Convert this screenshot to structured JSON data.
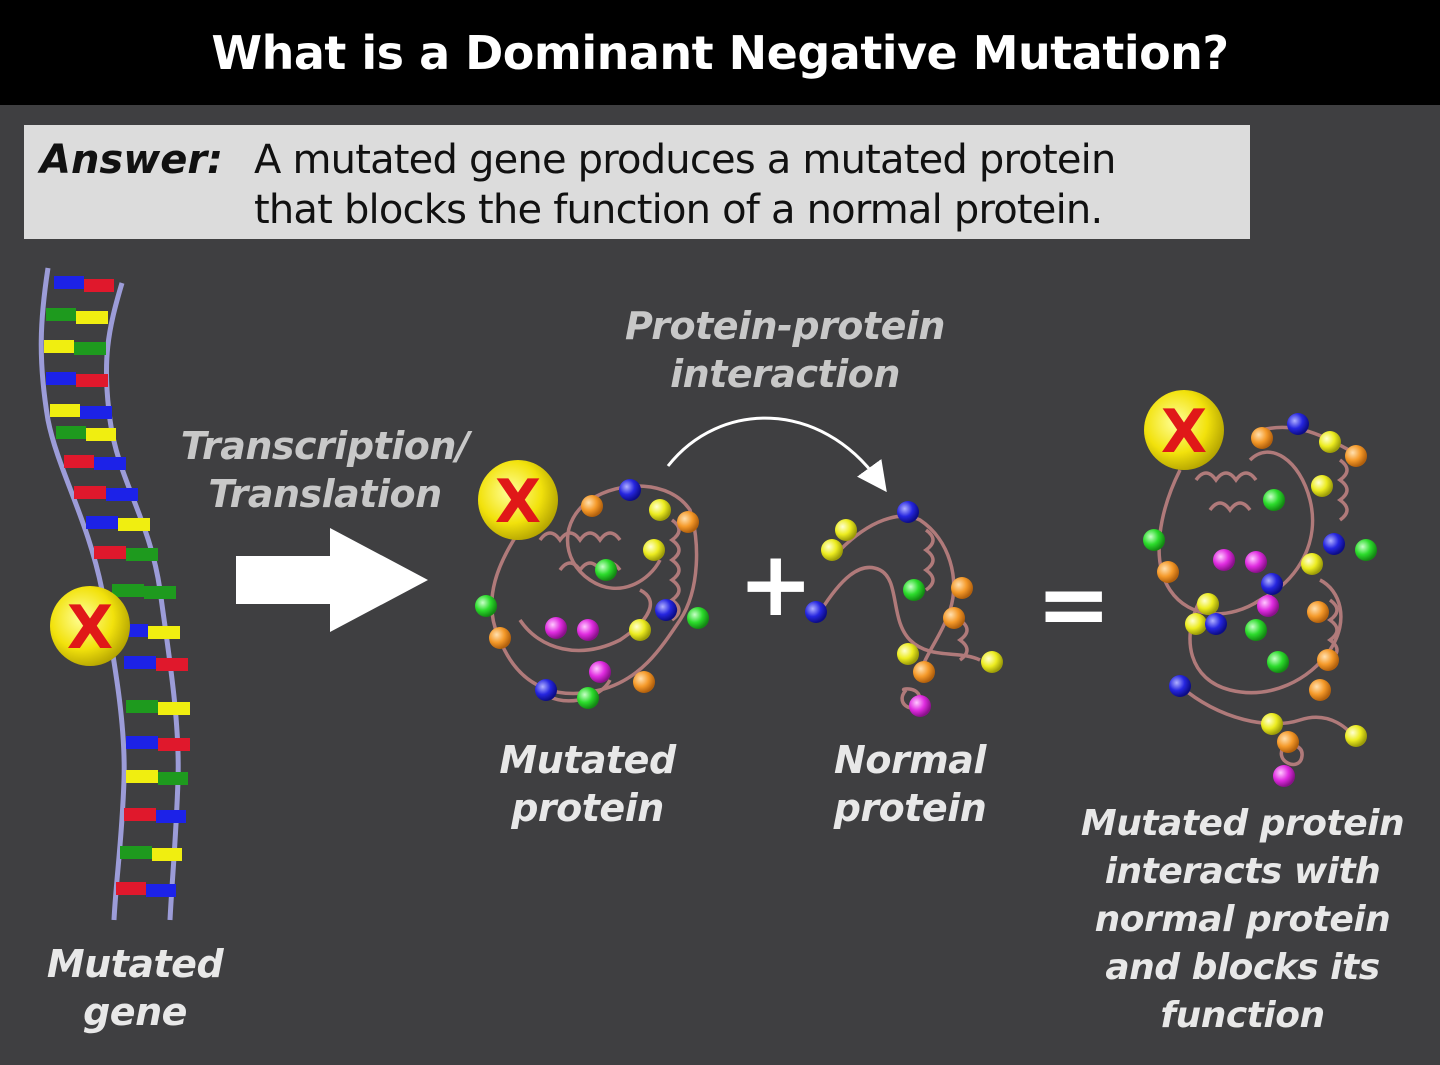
{
  "title": "What is a Dominant Negative Mutation?",
  "answer": {
    "label": "Answer:",
    "line1": "A mutated gene produces a mutated protein",
    "line2": "that blocks the function of a normal protein."
  },
  "labels": {
    "transcription_line1": "Transcription/",
    "transcription_line2": "Translation",
    "ppi_line1": "Protein-protein",
    "ppi_line2": "interaction",
    "mutated_gene_line1": "Mutated",
    "mutated_gene_line2": "gene",
    "mutated_protein_line1": "Mutated",
    "mutated_protein_line2": "protein",
    "normal_protein_line1": "Normal",
    "normal_protein_line2": "protein",
    "result_line1": "Mutated protein",
    "result_line2": "interacts with",
    "result_line3": "normal protein",
    "result_line4": "and  blocks its",
    "result_line5": "function"
  },
  "symbols": {
    "plus": "+",
    "equals": "=",
    "mutation_mark": "X"
  },
  "colors": {
    "background": "#3f3f41",
    "title_bar": "#000000",
    "answer_box": "#dcdcdc",
    "protein_chain": "#b07a7a",
    "mutation_marker": "#f2e20c",
    "mutation_x": "#e01818",
    "base_red": "#e0182c",
    "base_blue": "#1c22e8",
    "base_green": "#1e9a1e",
    "base_yellow": "#f0ee10",
    "bead_orange": "#f59a2a",
    "bead_yellow": "#ecec20",
    "bead_green": "#2cdc2c",
    "bead_blue": "#2626e0",
    "bead_magenta": "#e02ce0"
  }
}
